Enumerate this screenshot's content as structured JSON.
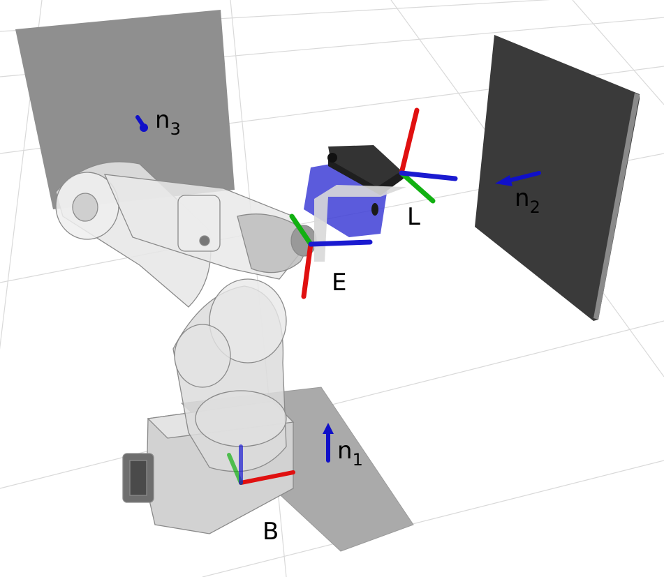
{
  "labels": {
    "base_frame": "B",
    "end_effector_frame": "E",
    "laser_frame": "L",
    "plane_normal_1": "n",
    "plane_normal_1_sub": "1",
    "plane_normal_2": "n",
    "plane_normal_2_sub": "2",
    "plane_normal_3": "n",
    "plane_normal_3_sub": "3"
  },
  "colors": {
    "axis_x": "#e01010",
    "axis_y": "#12b012",
    "axis_z": "#1a1ad0",
    "normal_arrow": "#1010c8",
    "plane_floor": "#a9a9a9",
    "plane_back": "#8c8c8c",
    "plane_right": "#3a3a3a",
    "sensor_body": "#3b3bd0",
    "robot": "#d8d8d8",
    "grid": "#d6d6d6"
  },
  "icons": {
    "robot": "industrial-robot-arm-icon",
    "sensor": "laser-sensor-icon"
  }
}
